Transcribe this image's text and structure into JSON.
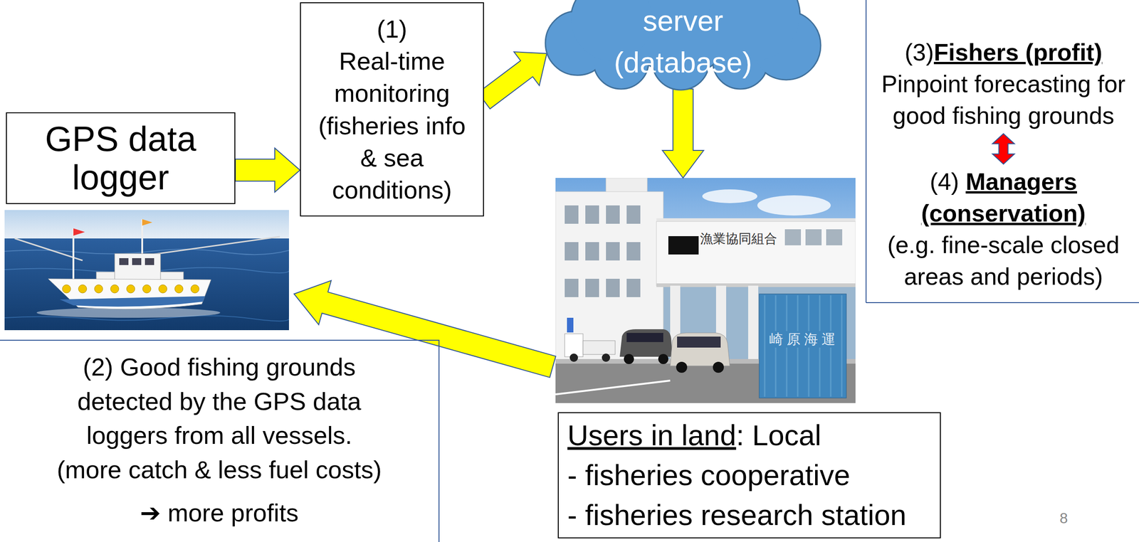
{
  "diagram": {
    "nodes": [
      {
        "text": [
          "GPS data logger"
        ]
      },
      {
        "text": [
          "(1)",
          "Real-time monitoring (fisheries info & sea conditions)"
        ]
      },
      {
        "text": [
          "server (database)"
        ]
      },
      {
        "text": [
          "(3)",
          "Fishers (profit)",
          "Pinpoint forecasting for good fishing grounds"
        ]
      },
      {
        "text": [
          "(4)",
          "Managers (conservation)",
          "(e.g. fine-scale closed areas and periods)"
        ]
      },
      {
        "text": [
          "漁業協同組合",
          "崎原海運"
        ]
      },
      {
        "text": [
          "(2) Good fishing grounds detected by the GPS data loggers from all vessels.",
          "(more catch & less fuel costs)",
          "➔ more profits"
        ]
      },
      {
        "text": [
          "Users in land",
          ": Local",
          "- fisheries cooperative",
          "- fisheries research station"
        ]
      }
    ],
    "edges": [
      {
        "from": 0,
        "to": 1,
        "arrow": "to"
      },
      {
        "from": 1,
        "to": 2,
        "arrow": "to"
      },
      {
        "from": 2,
        "to": 5,
        "arrow": "to"
      },
      {
        "from": 3,
        "to": 4,
        "arrow": "both"
      }
    ],
    "labels": [
      "8"
    ]
  }
}
